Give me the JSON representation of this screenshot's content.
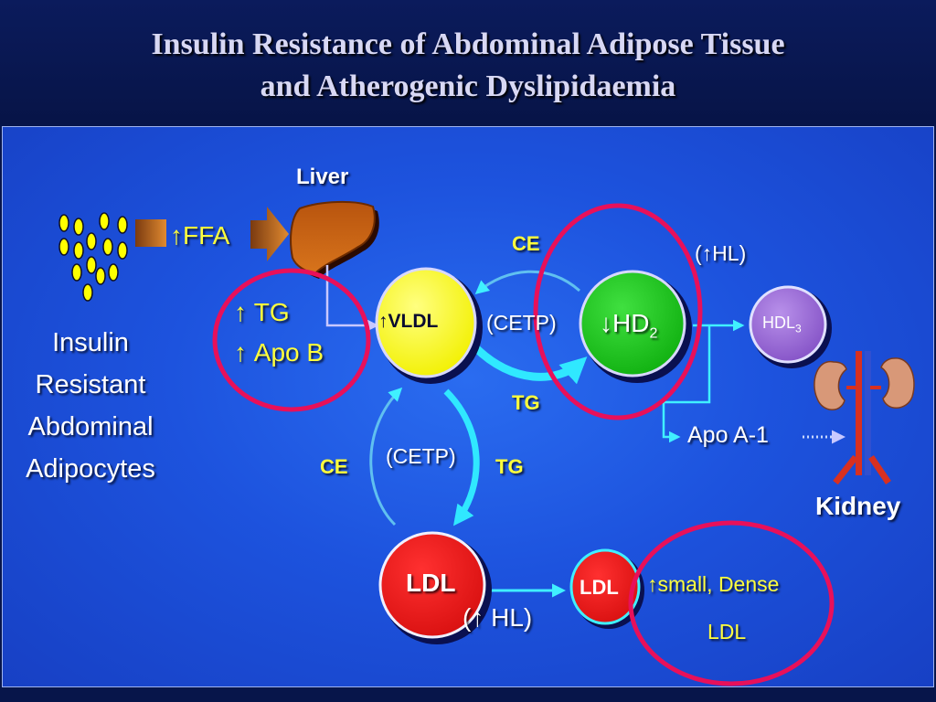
{
  "title": {
    "line1": "Insulin Resistance of Abdominal Adipose Tissue",
    "line2": "and Atherogenic Dyslipidaemia"
  },
  "labels": {
    "liver": "Liver",
    "ffa": "FFA",
    "tg_up": "TG",
    "apob_up": "Apo B",
    "adipocytes": [
      "Insulin",
      "Resistant",
      "Abdominal",
      "Adipocytes"
    ],
    "vldl": "VLDL",
    "cetp_top": "(CETP)",
    "ce_top": "CE",
    "tg_mid": "TG",
    "hd2": "HD",
    "hd2_sub": "2",
    "hl_top": "(",
    "hl_top_b": "HL)",
    "hdl3": "HDL",
    "hdl3_sub": "3",
    "apoa1": "Apo A-1",
    "kidney": "Kidney",
    "ce_left": "CE",
    "cetp_mid": "(CETP)",
    "tg_right": "TG",
    "ldl": "LDL",
    "hl_bottom_a": "(",
    "hl_bottom_b": " HL)",
    "ldl_small": "LDL",
    "small_dense": "small, Dense",
    "small_dense_2": "LDL"
  },
  "colors": {
    "yellow_text": "#ffff3c",
    "circle_red": "#e8105a",
    "vldl_fill": "#ffff00",
    "hd2_fill": "#19c81a",
    "hdl3_fill": "#9a6ad2",
    "ldl_fill": "#e61818",
    "arrow_cyan": "#40f0ff"
  },
  "icons": [
    "fat-cell-icon",
    "liver-icon",
    "kidney-icon"
  ]
}
